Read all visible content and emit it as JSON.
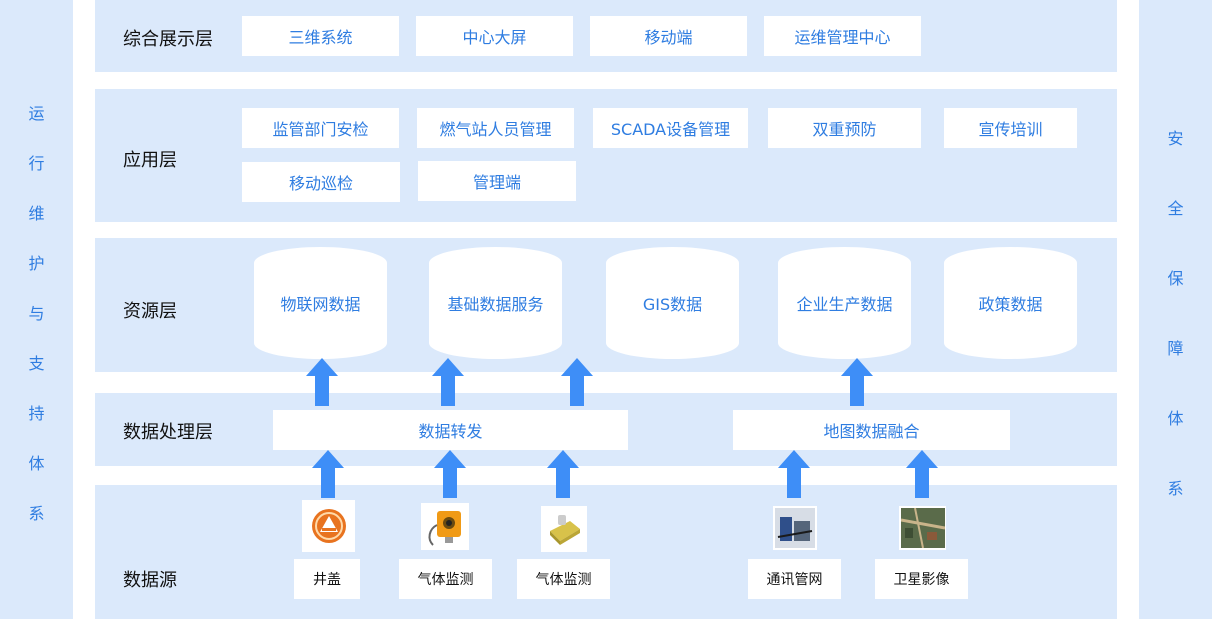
{
  "left_column": {
    "chars": [
      "运",
      "行",
      "维",
      "护",
      "与",
      "支",
      "持",
      "体",
      "系"
    ]
  },
  "right_column": {
    "chars": [
      "安",
      "全",
      "保",
      "障",
      "体",
      "系"
    ]
  },
  "layers": {
    "display": {
      "title": "综合展示层",
      "items": [
        "三维系统",
        "中心大屏",
        "移动端",
        "运维管理中心"
      ]
    },
    "application": {
      "title": "应用层",
      "items": [
        "监管部门安检",
        "燃气站人员管理",
        "SCADA设备管理",
        "双重预防",
        "宣传培训",
        "移动巡检",
        "管理端"
      ]
    },
    "resource": {
      "title": "资源层",
      "items": [
        "物联网数据",
        "基础数据服务",
        "GIS数据",
        "企业生产数据",
        "政策数据"
      ]
    },
    "processing": {
      "title": "数据处理层",
      "items": [
        "数据转发",
        "地图数据融合"
      ]
    },
    "source": {
      "title": "数据源",
      "items": [
        "井盖",
        "气体监测",
        "气体监测",
        "通讯管网",
        "卫星影像"
      ]
    }
  },
  "colors": {
    "band": "#dbe9fb",
    "accent": "#2f7de1",
    "arrow": "#3e8ef7"
  }
}
